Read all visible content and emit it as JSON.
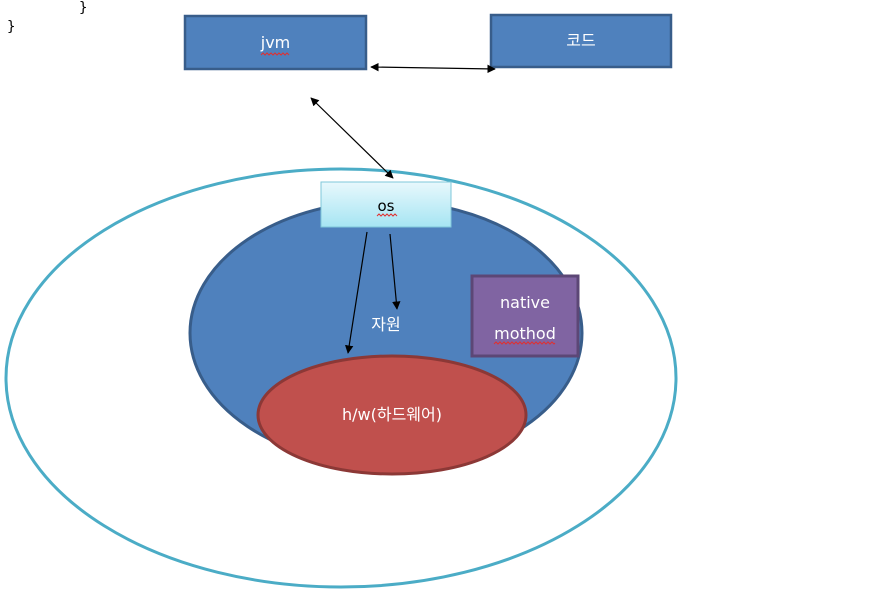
{
  "code_snippet": {
    "line_1": "}",
    "line_2": "}"
  },
  "nodes": {
    "jvm": {
      "label": "jvm"
    },
    "code": {
      "label": "코드"
    },
    "os": {
      "label": "os"
    },
    "resource": {
      "label": "자원"
    },
    "native_method": {
      "line_1": "native",
      "line_2": "mothod"
    },
    "hardware": {
      "label": "h/w(하드웨어)"
    }
  },
  "colors": {
    "box_blue": "#4f81bd",
    "box_blue_border": "#385d8a",
    "outer_ring": "#4bacc6",
    "os_box_top": "#e8f8fc",
    "os_box_bottom": "#a6e5f3",
    "native_purple": "#8064a2",
    "native_border": "#5c4776",
    "hardware_red": "#c0504d",
    "hardware_border": "#8c3836"
  }
}
